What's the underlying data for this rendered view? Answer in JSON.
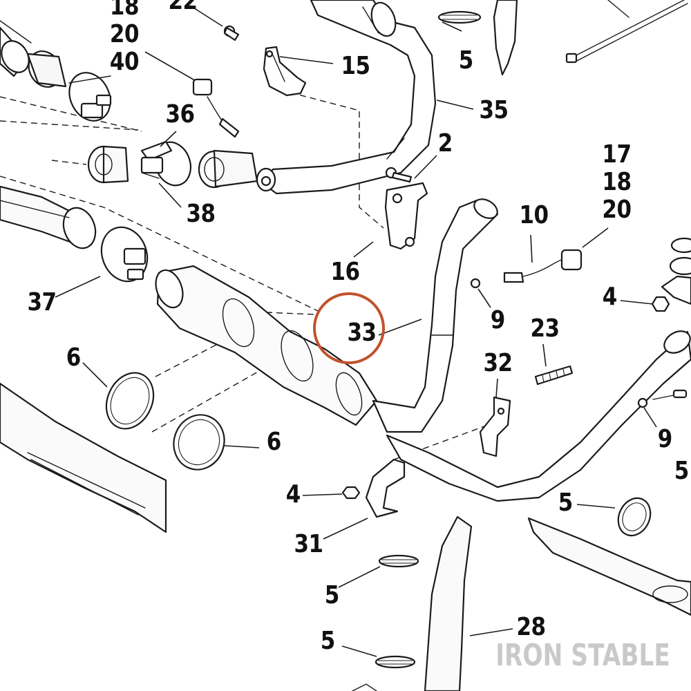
{
  "callouts": {
    "c18_top": "18",
    "c20_top": "20",
    "c40": "40",
    "c22": "22",
    "c15": "15",
    "c5_upper": "5",
    "c35": "35",
    "c36": "36",
    "c2": "2",
    "c17": "17",
    "c18_right": "18",
    "c20_right": "20",
    "c10": "10",
    "c38": "38",
    "c16": "16",
    "c37": "37",
    "c4_right": "4",
    "c9_mid": "9",
    "c33": "33",
    "c23": "23",
    "c32": "32",
    "c6_left": "6",
    "c6_mid": "6",
    "c9_right": "9",
    "c5_far_right": "5",
    "c4_lower": "4",
    "c5_lower_right": "5",
    "c31": "31",
    "c5_bottom_a": "5",
    "c28": "28",
    "c5_bottom_b": "5"
  },
  "highlight": {
    "part": "33",
    "color": "#c0522d"
  },
  "watermark": "IRON STABLE"
}
